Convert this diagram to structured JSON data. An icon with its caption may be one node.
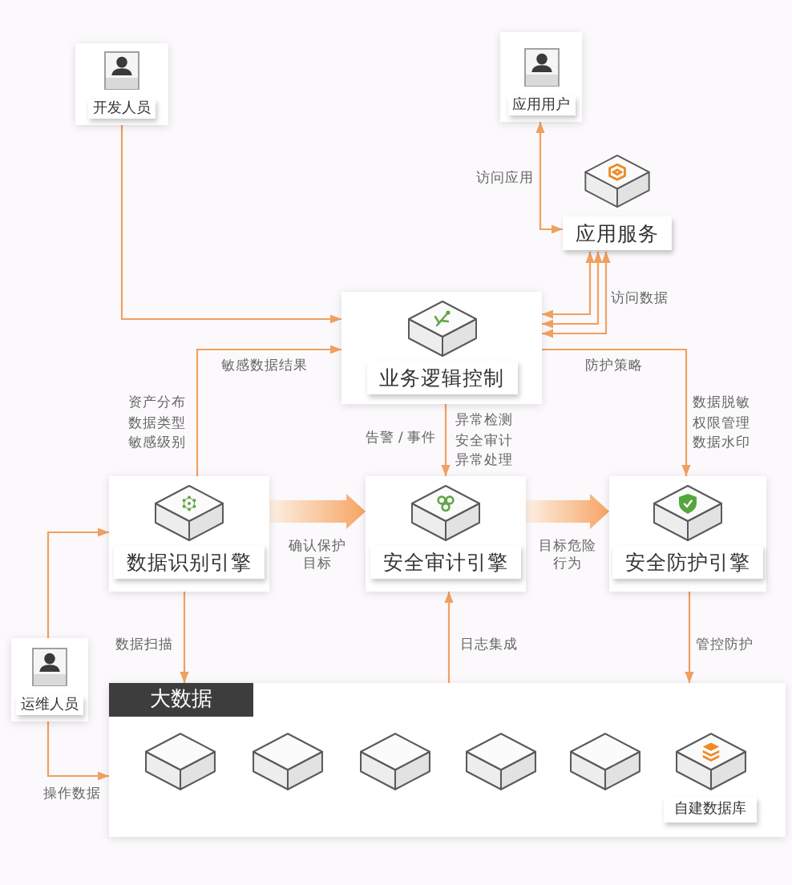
{
  "diagram": {
    "nodes": [
      {
        "text": [
          "开发人员"
        ]
      },
      {
        "text": [
          "应用用户"
        ]
      },
      {
        "text": [
          "应用服务"
        ]
      },
      {
        "text": [
          "业务逻辑控制"
        ]
      },
      {
        "text": [
          "数据识别引擎"
        ]
      },
      {
        "text": [
          "安全审计引擎"
        ]
      },
      {
        "text": [
          "安全防护引擎"
        ]
      },
      {
        "text": [
          "运维人员"
        ]
      },
      {
        "text": [
          "大数据"
        ]
      },
      {
        "text": [],
        "shape": "box",
        "in": 8
      },
      {
        "text": [],
        "shape": "box",
        "in": 8
      },
      {
        "text": [],
        "shape": "box",
        "in": 8
      },
      {
        "text": [],
        "shape": "box",
        "in": 8
      },
      {
        "text": [],
        "shape": "box",
        "in": 8
      },
      {
        "text": [
          "自建数据库"
        ],
        "in": 8
      }
    ],
    "edges": [
      {
        "from": 0,
        "to": 3,
        "arrow": "to"
      },
      {
        "from": 1,
        "to": 2,
        "arrow": "both",
        "label": "访问应用"
      },
      {
        "from": 2,
        "to": 3,
        "arrow": "both",
        "label": "访问数据"
      },
      {
        "from": 2,
        "to": 3,
        "arrow": "both"
      },
      {
        "from": 2,
        "to": 3,
        "arrow": "both"
      },
      {
        "from": 4,
        "to": 3,
        "arrow": "to",
        "label": "敏感数据结果"
      },
      {
        "from": 3,
        "to": 5,
        "arrow": "to",
        "label": "告警 / 事件"
      },
      {
        "from": 3,
        "to": 6,
        "arrow": "to",
        "label": "防护策略"
      },
      {
        "from": 4,
        "to": 5,
        "arrow": "to",
        "label": "确认保护目标",
        "style": "thick"
      },
      {
        "from": 5,
        "to": 6,
        "arrow": "to",
        "label": "目标危险行为",
        "style": "thick"
      },
      {
        "from": 4,
        "to": 8,
        "arrow": "to",
        "label": "数据扫描"
      },
      {
        "from": 8,
        "to": 5,
        "arrow": "to",
        "label": "日志集成"
      },
      {
        "from": 6,
        "to": 8,
        "arrow": "to",
        "label": "管控防护"
      },
      {
        "from": 7,
        "to": 4,
        "arrow": "to"
      },
      {
        "from": 7,
        "to": 8,
        "arrow": "to",
        "label": "操作数据"
      }
    ],
    "labels": [
      "资产分布",
      "数据类型",
      "敏感级别",
      "异常检测",
      "安全审计",
      "异常处理",
      "数据脱敏",
      "权限管理",
      "数据水印"
    ]
  }
}
